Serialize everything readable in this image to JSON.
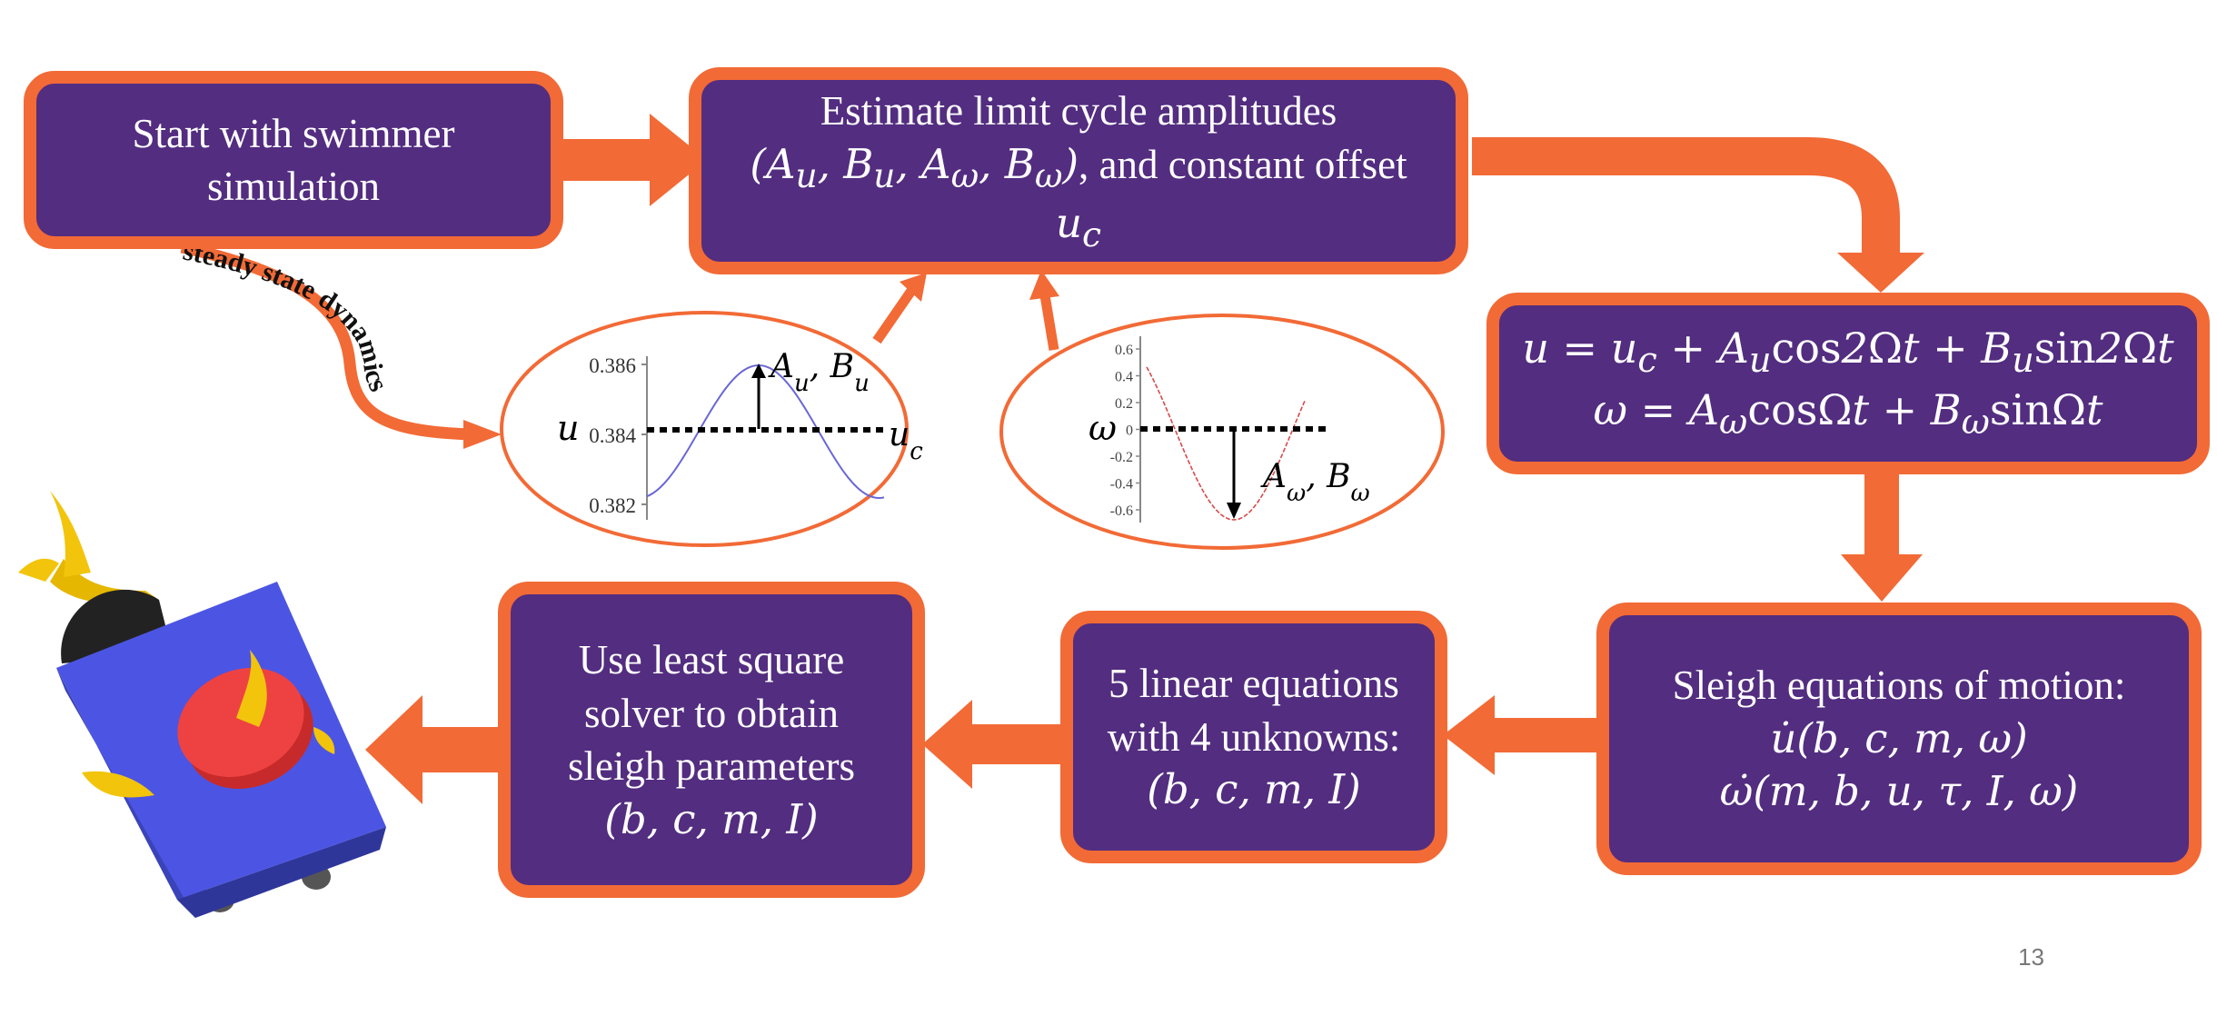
{
  "boxes": {
    "start": {
      "line1": "Start with swimmer",
      "line2": "simulation"
    },
    "estimate": {
      "line1": "Estimate limit cycle amplitudes",
      "line2": "(A_u, B_u, A_ω, B_ω), and constant offset",
      "line3": "u_c"
    },
    "model": {
      "eq1": "u = u_c + A_u cos2Ωt + B_u sin2Ωt",
      "eq2": "ω = A_ω cosΩt + B_ω sinΩt"
    },
    "sleigh": {
      "line1": "Sleigh equations of motion:",
      "line2": "u̇(b, c, m, ω)",
      "line3": "ω̇(m, b, u, τ, I, ω)"
    },
    "linear": {
      "line1": "5 linear equations",
      "line2": "with 4 unknowns:",
      "line3": "(b, c, m, I)"
    },
    "solver": {
      "line1": "Use least square",
      "line2": "solver to obtain",
      "line3": "sleigh parameters",
      "line4": "(b, c, m, I)"
    }
  },
  "curved_label": "steady state dynamics",
  "plot_u": {
    "ticks": [
      "0.386",
      "0.384",
      "0.382"
    ],
    "y_symbol": "u",
    "amp_label": "A_u, B_u",
    "offset_label": "u_c"
  },
  "plot_w": {
    "ticks": [
      "0.6",
      "0.4",
      "0.2",
      "0",
      "-0.2",
      "-0.4",
      "-0.6"
    ],
    "y_symbol": "ω",
    "amp_label": "A_ω, B_ω"
  },
  "page_number": "13",
  "colors": {
    "box_fill": "#532d80",
    "box_border": "#f26a36",
    "arrow": "#f26a36",
    "u_curve": "#6a66d6",
    "w_curve": "#d94a4a"
  }
}
